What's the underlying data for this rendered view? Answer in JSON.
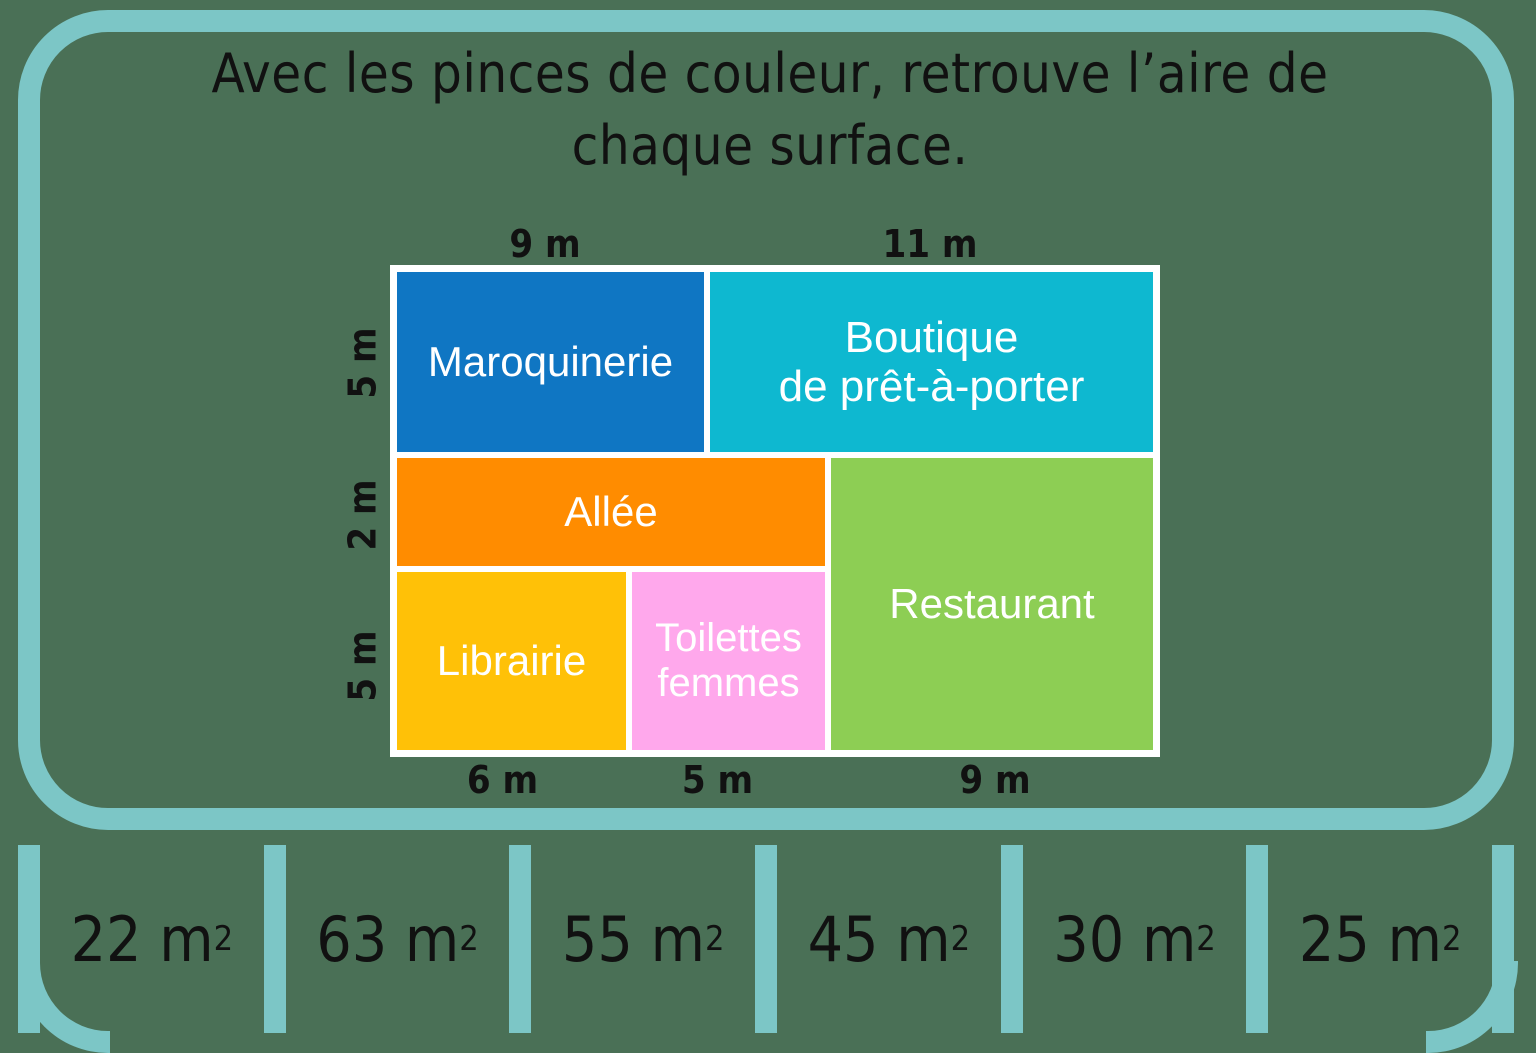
{
  "instruction": {
    "line1": "Avec les pinces de couleur, retrouve l’aire de",
    "line2": "chaque surface."
  },
  "diagram": {
    "unit": "m",
    "top_dimensions": [
      {
        "id": "top-9m",
        "label": "9 m",
        "value": 9
      },
      {
        "id": "top-11m",
        "label": "11 m",
        "value": 11
      }
    ],
    "left_dimensions": [
      {
        "id": "left-5m-top",
        "label": "5 m",
        "value": 5
      },
      {
        "id": "left-2m",
        "label": "2 m",
        "value": 2
      },
      {
        "id": "left-5m-bottom",
        "label": "5 m",
        "value": 5
      }
    ],
    "bottom_dimensions": [
      {
        "id": "bottom-6m",
        "label": "6 m",
        "value": 6
      },
      {
        "id": "bottom-5m",
        "label": "5 m",
        "value": 5
      },
      {
        "id": "bottom-9m",
        "label": "9 m",
        "value": 9
      }
    ],
    "rooms": [
      {
        "id": "maroquinerie",
        "label": "Maroquinerie",
        "color": "#0f76c3",
        "width_m": 9,
        "height_m": 5,
        "area_m2": 45
      },
      {
        "id": "boutique",
        "label_line1": "Boutique",
        "label_line2": "de prêt-à-porter",
        "color": "#0eb8d0",
        "width_m": 11,
        "height_m": 5,
        "area_m2": 55
      },
      {
        "id": "allee",
        "label": "Allée",
        "color": "#ff8c00",
        "width_m": 11,
        "height_m": 2,
        "area_m2": 22
      },
      {
        "id": "restaurant",
        "label": "Restaurant",
        "color": "#8dce54",
        "width_m": 9,
        "height_m": 7,
        "area_m2": 63
      },
      {
        "id": "librairie",
        "label": "Librairie",
        "color": "#ffc107",
        "width_m": 6,
        "height_m": 5,
        "area_m2": 30
      },
      {
        "id": "toilettes",
        "label_line1": "Toilettes",
        "label_line2": "femmes",
        "color": "#ffa8ec",
        "width_m": 5,
        "height_m": 5,
        "area_m2": 25
      }
    ]
  },
  "answers": [
    {
      "id": "answer-22",
      "number": "22",
      "unit": "m",
      "exponent": "2",
      "value": 22
    },
    {
      "id": "answer-63",
      "number": "63",
      "unit": "m",
      "exponent": "2",
      "value": 63
    },
    {
      "id": "answer-55",
      "number": "55",
      "unit": "m",
      "exponent": "2",
      "value": 55
    },
    {
      "id": "answer-45",
      "number": "45",
      "unit": "m",
      "exponent": "2",
      "value": 45
    },
    {
      "id": "answer-30",
      "number": "30",
      "unit": "m",
      "exponent": "2",
      "value": 30
    },
    {
      "id": "answer-25",
      "number": "25",
      "unit": "m",
      "exponent": "2",
      "value": 25
    }
  ],
  "theme": {
    "frame_color": "#7cc6c6",
    "background_color": "#4a7056",
    "board_color": "#ffffff",
    "text_color": "#111111",
    "room_label_color": "#ffffff"
  }
}
